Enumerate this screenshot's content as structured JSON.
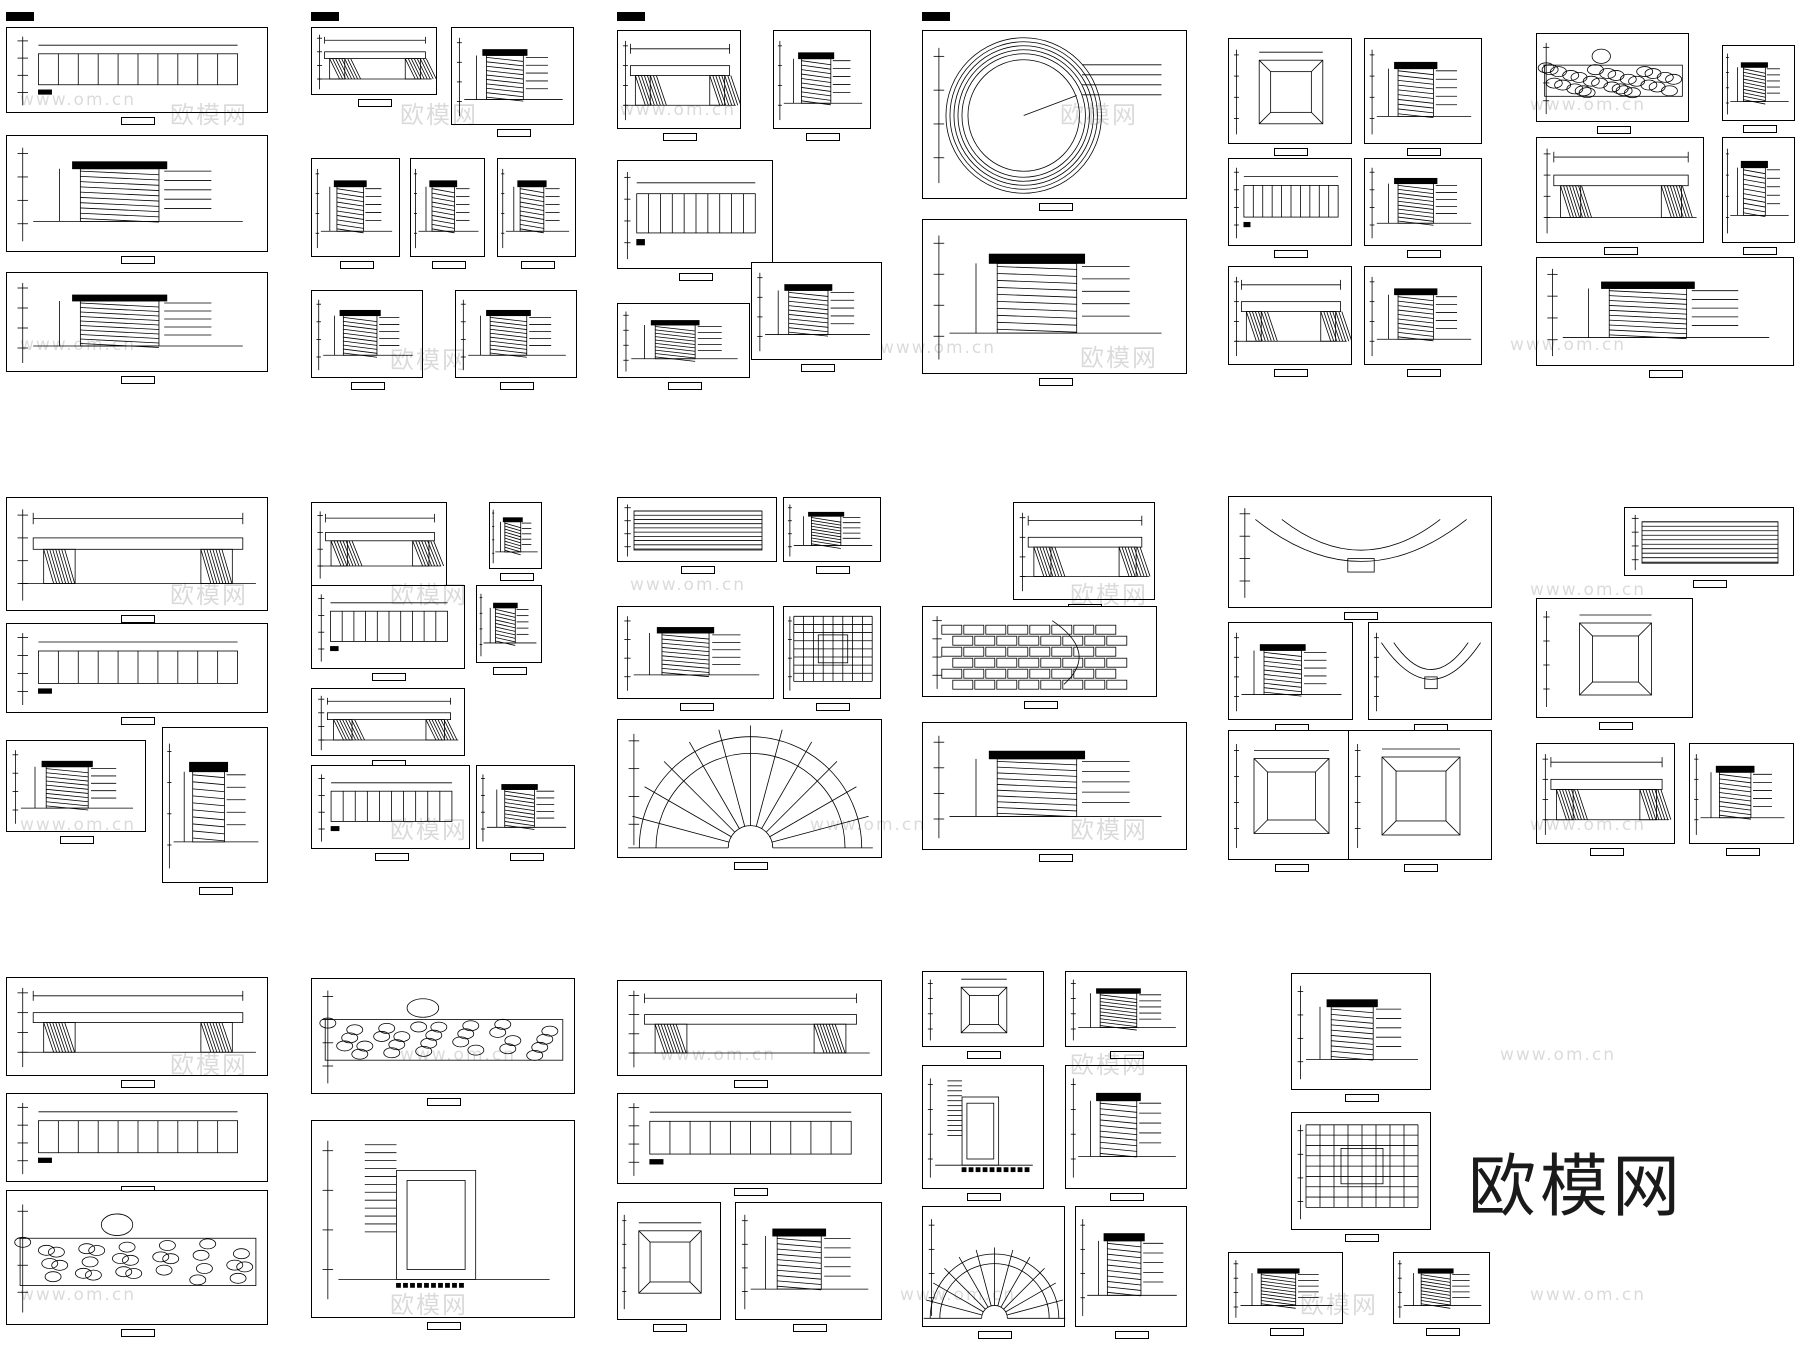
{
  "watermark": {
    "brand": "欧模网",
    "url": "www.om.cn"
  },
  "logo_text": "欧模网",
  "drawing_style": {
    "line": "#000000",
    "hatch": "#000000",
    "paper": "#ffffff"
  }
}
